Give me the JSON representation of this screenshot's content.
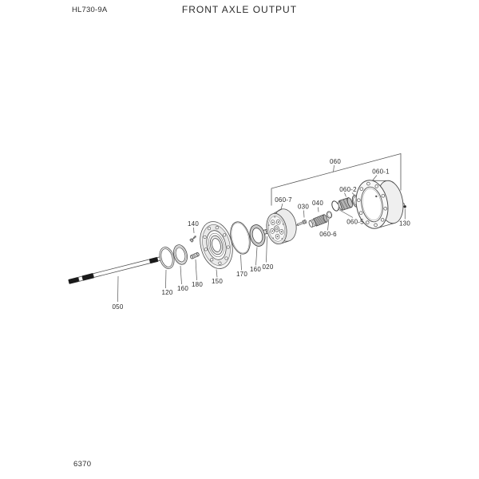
{
  "header": {
    "model": "HL730-9A",
    "title": "FRONT AXLE OUTPUT"
  },
  "footer": {
    "page_number": "6370"
  },
  "diagram": {
    "labels": {
      "group_060": "060",
      "part_060_1": "060-1",
      "part_060_2": "060-2",
      "part_060_5": "060-5",
      "part_060_6": "060-6",
      "part_060_7": "060-7",
      "part_030": "030",
      "part_040": "040",
      "part_130": "130",
      "part_020": "020",
      "part_160_right": "160",
      "part_170": "170",
      "part_150": "150",
      "part_140": "140",
      "part_180": "180",
      "part_160_left": "160",
      "part_120": "120",
      "part_050": "050"
    },
    "colors": {
      "background": "#ffffff",
      "line": "#4f4f4f",
      "label_text": "#2b2b2b",
      "spline_black": "#1a1a1a"
    }
  }
}
